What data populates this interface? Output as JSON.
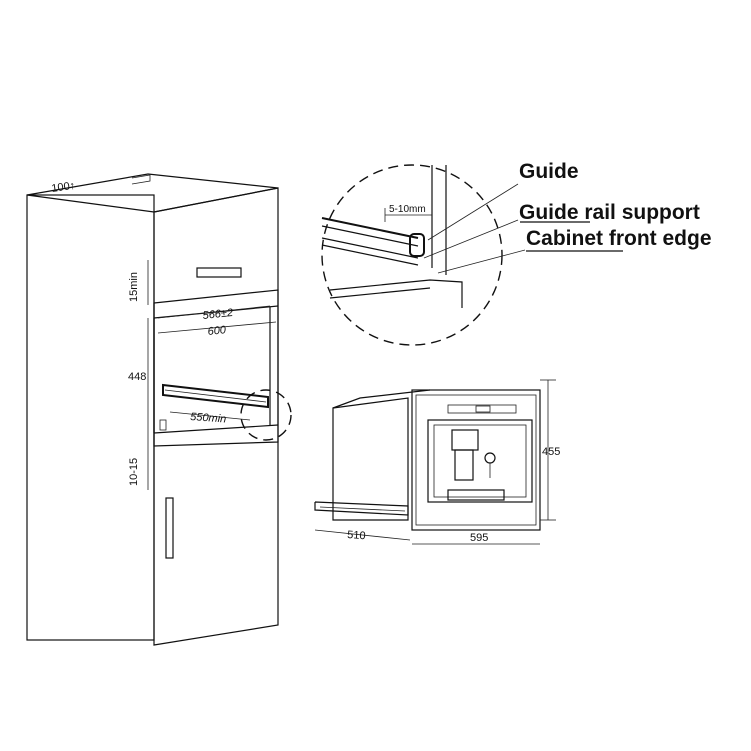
{
  "labels": {
    "guide": "Guide",
    "guide_rail_support": "Guide rail support",
    "cabinet_front_edge": "Cabinet front edge"
  },
  "dimensions": {
    "top_mark": "100↑",
    "clearance_top": "15min",
    "inner_width": "566±2",
    "outer_width": "600",
    "height": "448",
    "rail_depth": "550min",
    "clearance_bottom": "10-15",
    "detail_gap": "5-10mm",
    "machine_depth": "510",
    "machine_width": "595",
    "machine_height": "455"
  }
}
